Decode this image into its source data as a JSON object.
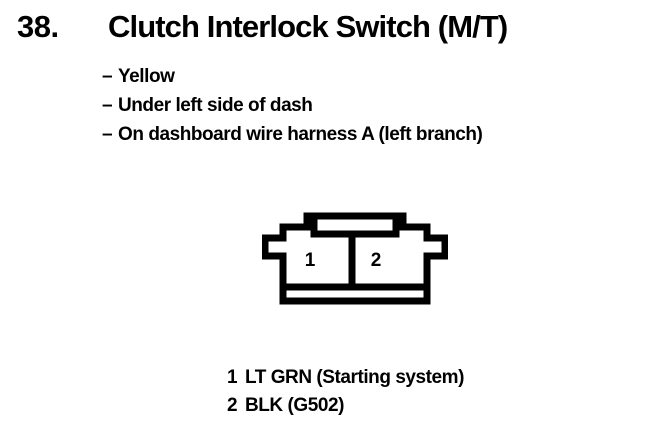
{
  "header": {
    "item_number": "38.",
    "title": "Clutch Interlock Switch (M/T)"
  },
  "details": {
    "dash": "–",
    "items": [
      {
        "text": "Yellow"
      },
      {
        "text": "Under left side of dash"
      },
      {
        "text": "On dashboard wire harness A (left branch)"
      }
    ]
  },
  "connector": {
    "label": "two-cavity connector outline",
    "cavities": [
      {
        "number": "1"
      },
      {
        "number": "2"
      }
    ],
    "line_color": "#000000",
    "fill_color": "#ffffff"
  },
  "pin_legend": {
    "rows": [
      {
        "pin": "1",
        "description": "LT GRN (Starting system)"
      },
      {
        "pin": "2",
        "description": "BLK (G502)"
      }
    ]
  },
  "colors": {
    "background": "#ffffff",
    "foreground": "#000000"
  }
}
